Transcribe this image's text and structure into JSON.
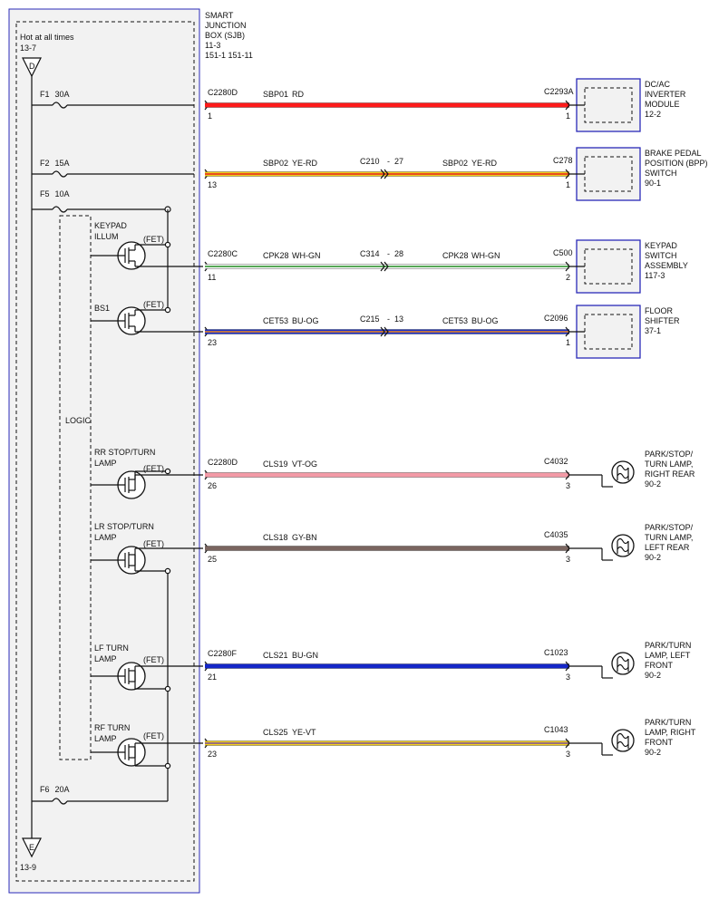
{
  "sjb": {
    "lines": [
      "SMART",
      "JUNCTION",
      "BOX (SJB)",
      "11-3",
      "151-1    151-11"
    ]
  },
  "hot_label": "Hot at all times",
  "ref_top": "13-7",
  "ref_bottom": "13-9",
  "node_top": "D",
  "node_bottom": "E",
  "logic_label": "LOGIC",
  "fet_label": "(FET)",
  "fuses": [
    {
      "name": "F1",
      "amps": "30A"
    },
    {
      "name": "F2",
      "amps": "15A"
    },
    {
      "name": "F5",
      "amps": "10A"
    },
    {
      "name": "F6",
      "amps": "20A"
    }
  ],
  "fets": [
    {
      "lines": [
        "KEYPAD",
        "ILLUM"
      ]
    },
    {
      "lines": [
        "BS1"
      ]
    },
    {
      "lines": [
        "RR STOP/TURN",
        "LAMP"
      ]
    },
    {
      "lines": [
        "LR STOP/TURN",
        "LAMP"
      ]
    },
    {
      "lines": [
        "LF TURN",
        "LAMP"
      ]
    },
    {
      "lines": [
        "RF TURN",
        "LAMP"
      ]
    }
  ],
  "circuits": [
    {
      "src_conn": "C2280D",
      "src_pin": "1",
      "segments": [
        {
          "circuit": "SBP01",
          "color": "RD"
        }
      ],
      "inlines": [],
      "dst_conn": "C2293A",
      "dst_pin": "1",
      "wire_colors": [
        "#ff1a1a"
      ],
      "component": [
        "DC/AC",
        "INVERTER",
        "MODULE",
        "12-2"
      ],
      "comp_type": "module"
    },
    {
      "src_conn": "",
      "src_pin": "13",
      "segments": [
        {
          "circuit": "SBP02",
          "color": "YE-RD"
        },
        {
          "circuit": "SBP02",
          "color": "YE-RD"
        }
      ],
      "inlines": [
        {
          "conn": "C210",
          "pin": "27"
        }
      ],
      "dst_conn": "C278",
      "dst_pin": "1",
      "wire_colors": [
        "#f2cf1a",
        "#e62020"
      ],
      "component": [
        "BRAKE PEDAL",
        "POSITION (BPP)",
        "SWITCH",
        "90-1"
      ],
      "comp_type": "module"
    },
    {
      "src_conn": "C2280C",
      "src_pin": "11",
      "segments": [
        {
          "circuit": "CPK28",
          "color": "WH-GN"
        },
        {
          "circuit": "CPK28",
          "color": "WH-GN"
        }
      ],
      "inlines": [
        {
          "conn": "C314",
          "pin": "28"
        }
      ],
      "dst_conn": "C500",
      "dst_pin": "2",
      "wire_colors": [
        "#ffffff",
        "#1f8a1f"
      ],
      "component": [
        "KEYPAD",
        "SWITCH",
        "ASSEMBLY",
        "117-3"
      ],
      "comp_type": "module"
    },
    {
      "src_conn": "",
      "src_pin": "23",
      "segments": [
        {
          "circuit": "CET53",
          "color": "BU-OG"
        },
        {
          "circuit": "CET53",
          "color": "BU-OG"
        }
      ],
      "inlines": [
        {
          "conn": "C215",
          "pin": "13"
        }
      ],
      "dst_conn": "C2096",
      "dst_pin": "1",
      "wire_colors": [
        "#1a2fcf",
        "#f08a1a"
      ],
      "component": [
        "FLOOR",
        "SHIFTER",
        "37-1"
      ],
      "comp_type": "module"
    },
    {
      "src_conn": "C2280D",
      "src_pin": "26",
      "segments": [
        {
          "circuit": "CLS19",
          "color": "VT-OG"
        }
      ],
      "inlines": [],
      "dst_conn": "C4032",
      "dst_pin": "3",
      "wire_colors": [
        "#f39aa6"
      ],
      "component": [
        "PARK/STOP/",
        "TURN LAMP,",
        "RIGHT REAR",
        "90-2"
      ],
      "comp_type": "lamp"
    },
    {
      "src_conn": "",
      "src_pin": "25",
      "segments": [
        {
          "circuit": "CLS18",
          "color": "GY-BN"
        }
      ],
      "inlines": [],
      "dst_conn": "C4035",
      "dst_pin": "3",
      "wire_colors": [
        "#7a6560"
      ],
      "component": [
        "PARK/STOP/",
        "TURN LAMP,",
        "LEFT REAR",
        "90-2"
      ],
      "comp_type": "lamp"
    },
    {
      "src_conn": "C2280F",
      "src_pin": "21",
      "segments": [
        {
          "circuit": "CLS21",
          "color": "BU-GN"
        }
      ],
      "inlines": [],
      "dst_conn": "C1023",
      "dst_pin": "3",
      "wire_colors": [
        "#1426c8"
      ],
      "component": [
        "PARK/TURN",
        "LAMP, LEFT",
        "FRONT",
        "90-2"
      ],
      "comp_type": "lamp"
    },
    {
      "src_conn": "",
      "src_pin": "23",
      "segments": [
        {
          "circuit": "CLS25",
          "color": "YE-VT"
        }
      ],
      "inlines": [],
      "dst_conn": "C1043",
      "dst_pin": "3",
      "wire_colors": [
        "#f2cf1a",
        "#7a4fa0"
      ],
      "component": [
        "PARK/TURN",
        "LAMP, RIGHT",
        "FRONT",
        "90-2"
      ],
      "comp_type": "lamp"
    }
  ]
}
